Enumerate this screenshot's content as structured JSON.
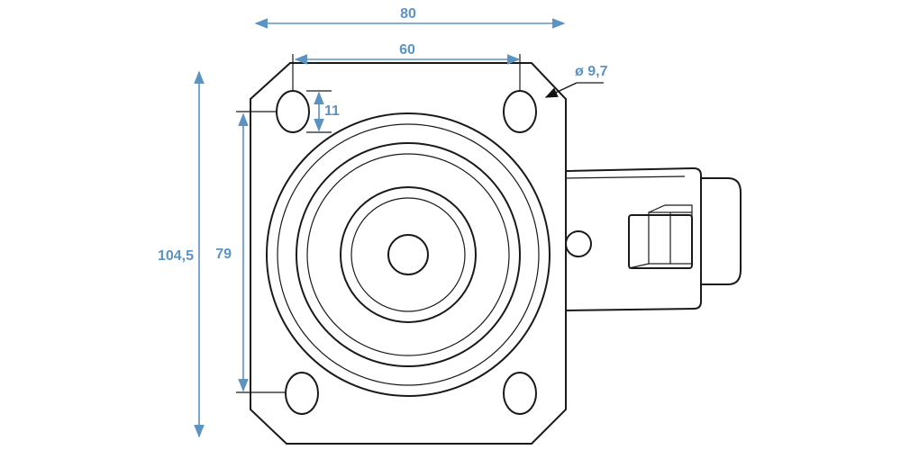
{
  "diagram": {
    "dimensions": {
      "overall_width": "80",
      "hole_spacing_horizontal": "60",
      "hole_diameter": "ø 9,7",
      "hole_length": "11",
      "hole_spacing_vertical": "79",
      "overall_height": "104,5"
    },
    "colors": {
      "dimension": "#5b93c3",
      "outline": "#1a1a1a",
      "background": "#ffffff"
    }
  }
}
